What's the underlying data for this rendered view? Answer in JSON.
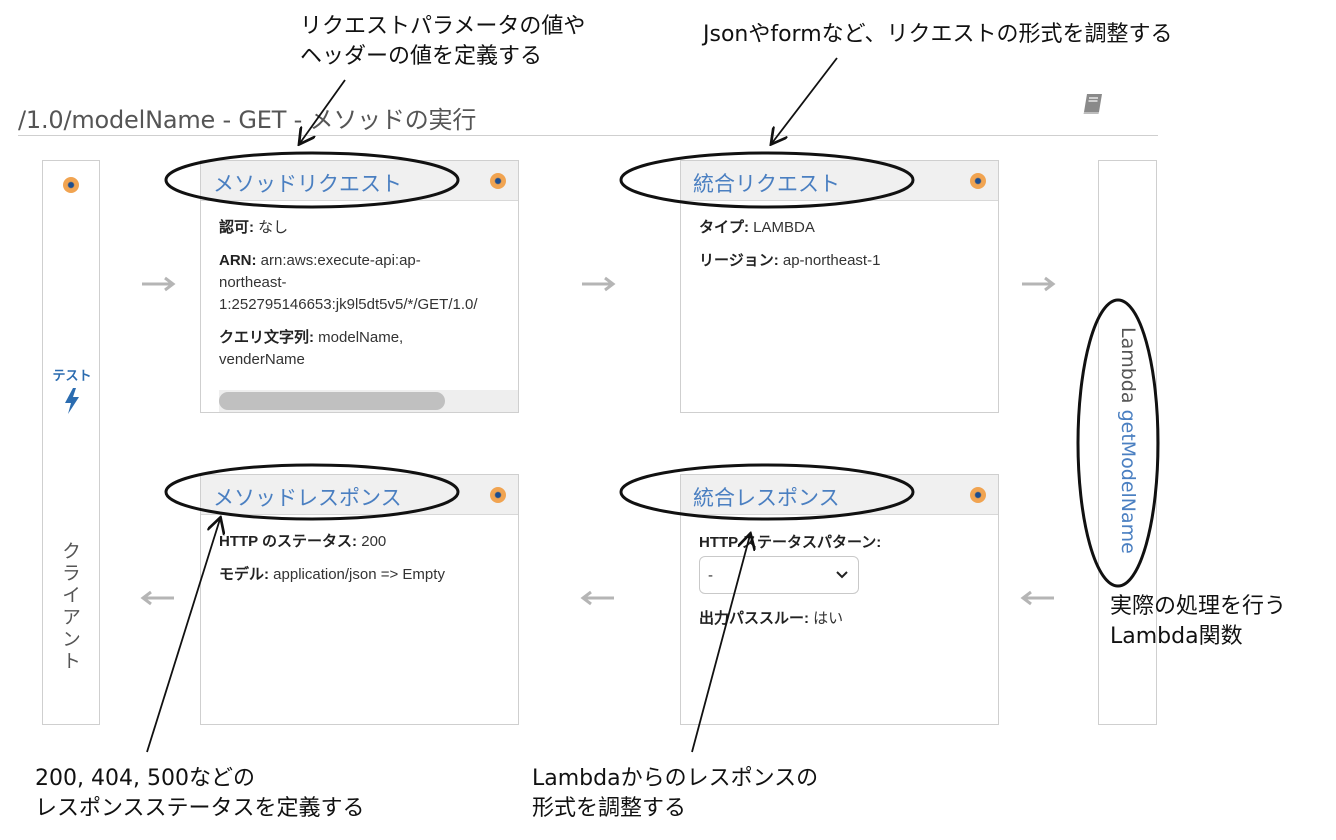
{
  "page": {
    "title": "/1.0/modelName - GET - メソッドの実行",
    "book_icon": "book-icon"
  },
  "client": {
    "test_label": "テスト",
    "test_icon": "lightning-bolt-icon",
    "label": "クライアント"
  },
  "method_request": {
    "title": "メソッドリクエスト",
    "auth_label": "認可:",
    "auth_value": "なし",
    "arn_label": "ARN:",
    "arn_value": "arn:aws:execute-api:ap-northeast-1:252795146653:jk9l5dt5v5/*/GET/1.0/",
    "arn_lines": [
      "arn:aws:execute-api:ap-",
      "northeast-",
      "1:252795146653:jk9l5dt5v5/*/GET/1.0/"
    ],
    "query_label": "クエリ文字列:",
    "query_value_line1": "modelName,",
    "query_value_line2": "venderName"
  },
  "integration_request": {
    "title": "統合リクエスト",
    "type_label": "タイプ:",
    "type_value": "LAMBDA",
    "region_label": "リージョン:",
    "region_value": "ap-northeast-1"
  },
  "method_response": {
    "title": "メソッドレスポンス",
    "status_label": "HTTP のステータス:",
    "status_value": "200",
    "model_label": "モデル:",
    "model_value": "application/json => Empty"
  },
  "integration_response": {
    "title": "統合レスポンス",
    "pattern_label": "HTTP ステータスパターン:",
    "pattern_selected": "-",
    "passthrough_label": "出力パススルー:",
    "passthrough_value": "はい"
  },
  "lambda": {
    "prefix": "Lambda",
    "function_name": "getModelName"
  },
  "annotations": {
    "method_request_line1": "リクエストパラメータの値や",
    "method_request_line2": "ヘッダーの値を定義する",
    "integration_request": "Jsonやformなど、リクエストの形式を調整する",
    "method_response_line1": "200, 404, 500などの",
    "method_response_line2": "レスポンスステータスを定義する",
    "integration_response_line1": "Lambdaからのレスポンスの",
    "integration_response_line2": "形式を調整する",
    "lambda_line1": "実際の処理を行う",
    "lambda_line2": "Lambda関数"
  },
  "colors": {
    "link": "#4a7fc1",
    "panel_header": "#f0f0f0",
    "border": "#cfcfcf",
    "arrow": "#b5b5b5"
  }
}
